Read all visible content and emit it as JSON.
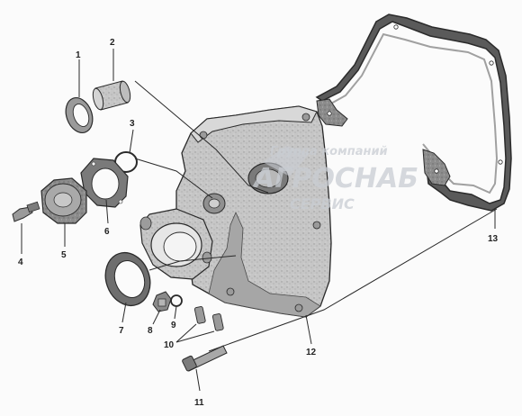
{
  "watermark": {
    "line1": "Группа компаний",
    "line2": "АГРОСНАБ",
    "line3": "СЕРВИС",
    "color": "#c9cdd3"
  },
  "callouts": [
    {
      "id": "1",
      "label": "1"
    },
    {
      "id": "2",
      "label": "2"
    },
    {
      "id": "3",
      "label": "3"
    },
    {
      "id": "4",
      "label": "4"
    },
    {
      "id": "5",
      "label": "5"
    },
    {
      "id": "6",
      "label": "6"
    },
    {
      "id": "7",
      "label": "7"
    },
    {
      "id": "8",
      "label": "8"
    },
    {
      "id": "9",
      "label": "9"
    },
    {
      "id": "10",
      "label": "10"
    },
    {
      "id": "11",
      "label": "11"
    },
    {
      "id": "12",
      "label": "12"
    },
    {
      "id": "13",
      "label": "13"
    }
  ],
  "colors": {
    "housing": "#c4c4c4",
    "housing_shadow": "#8f8f8f",
    "gasket": "#5a5a5a",
    "ink": "#2a2a2a"
  }
}
